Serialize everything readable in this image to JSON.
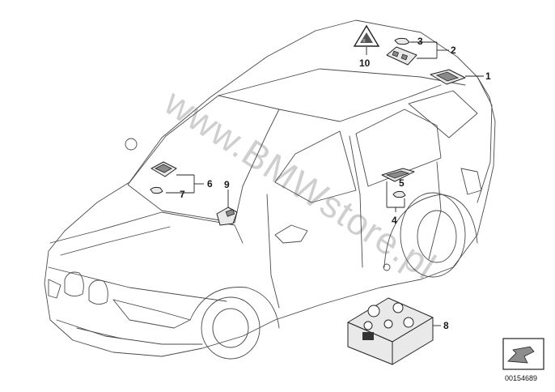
{
  "watermark": "www.BMWstore.pl",
  "doc_id": "00154689",
  "callouts": {
    "c1": "1",
    "c2": "2",
    "c3": "3",
    "c4": "4",
    "c5": "5",
    "c6": "6",
    "c7": "7",
    "c8": "8",
    "c9": "9",
    "c10": "10"
  },
  "icons": {
    "nav_arrow": "arrow-box-icon",
    "warning_triangle": "warning-triangle-icon"
  }
}
